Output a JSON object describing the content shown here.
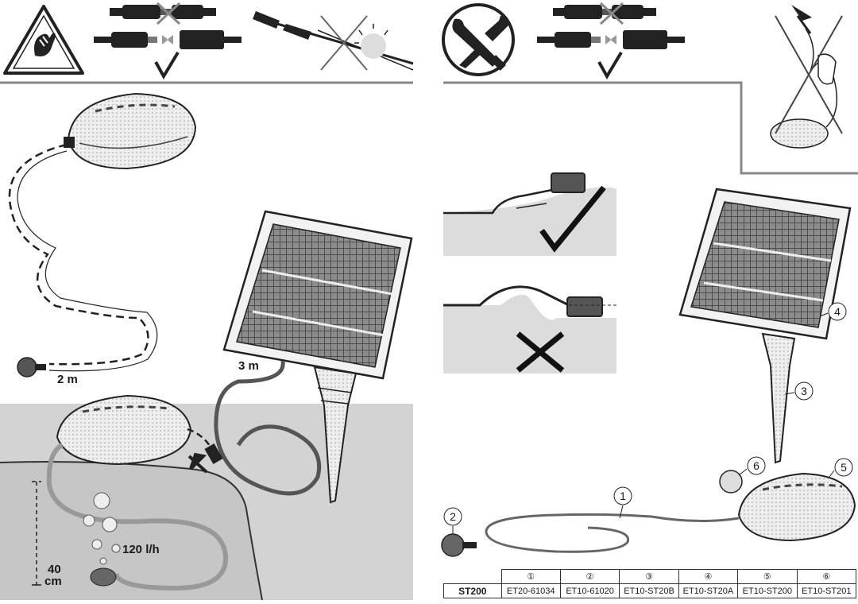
{
  "labels": {
    "hose_length_top": "2 m",
    "cable_length": "3 m",
    "flow_rate": "120 l/h",
    "depth_value": "40",
    "depth_unit": "cm"
  },
  "callouts": [
    "1",
    "2",
    "3",
    "4",
    "5",
    "6"
  ],
  "parts_table": {
    "model": "ST200",
    "headers": [
      "①",
      "②",
      "③",
      "④",
      "⑤",
      "⑥"
    ],
    "codes": [
      "ET20-61034",
      "ET10-61020",
      "ET10-ST20B",
      "ET10-ST20A",
      "ET10-ST200",
      "ET10-ST201"
    ]
  },
  "colors": {
    "water": "#d3d3d3",
    "ink": "#1a1a1a",
    "panel": "#4a4a4a"
  }
}
